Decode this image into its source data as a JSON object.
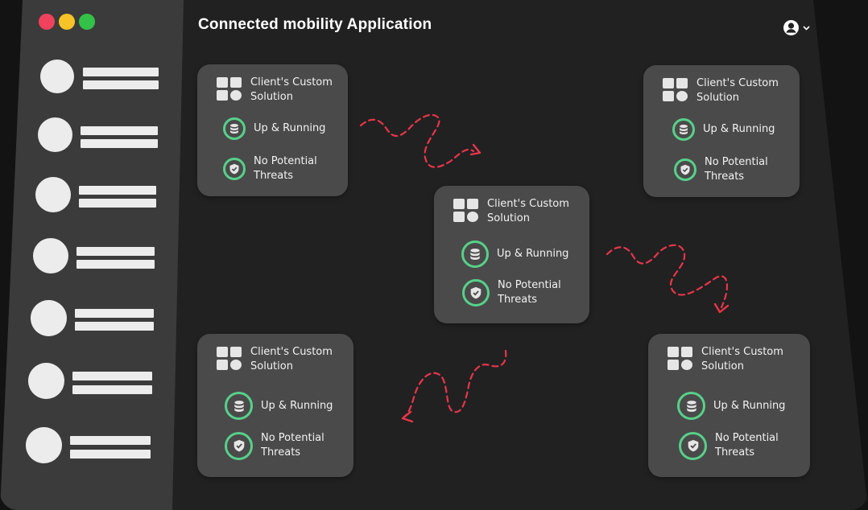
{
  "app": {
    "title": "Connected mobility Application",
    "window_controls": [
      "close",
      "minimize",
      "maximize"
    ],
    "control_colors": [
      "#f0425d",
      "#f7c326",
      "#33c148"
    ]
  },
  "header": {
    "user_icon": "user-circle-icon",
    "menu_icon": "chevron-down-icon"
  },
  "sidebar": {
    "items": [
      {
        "icon": "placeholder-avatar"
      },
      {
        "icon": "placeholder-avatar"
      },
      {
        "icon": "placeholder-avatar"
      },
      {
        "icon": "placeholder-avatar"
      },
      {
        "icon": "placeholder-avatar"
      },
      {
        "icon": "placeholder-avatar"
      },
      {
        "icon": "placeholder-avatar"
      }
    ]
  },
  "cards": [
    {
      "title": "Client's Custom Solution",
      "status_running": "Up & Running",
      "status_threats": "No Potential Threats"
    },
    {
      "title": "Client's Custom Solution",
      "status_running": "Up & Running",
      "status_threats": "No Potential Threats"
    },
    {
      "title": "Client's Custom Solution",
      "status_running": "Up & Running",
      "status_threats": "No Potential Threats"
    },
    {
      "title": "Client's Custom Solution",
      "status_running": "Up & Running",
      "status_threats": "No Potential Threats"
    },
    {
      "title": "Client's Custom Solution",
      "status_running": "Up & Running",
      "status_threats": "No Potential Threats"
    }
  ],
  "colors": {
    "status_ok": "#57d08a",
    "flow_arrow": "#e8354a",
    "card_bg": "#4a4a4a",
    "window_bg": "#212121",
    "sidebar_bg": "#3b3b3b"
  }
}
